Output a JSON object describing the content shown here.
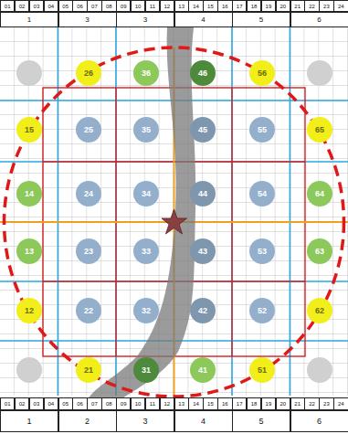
{
  "diagram": {
    "nodes": [
      {
        "text": [
          "26"
        ]
      },
      {
        "text": [
          "36"
        ]
      },
      {
        "text": [
          "46"
        ]
      },
      {
        "text": [
          "56"
        ]
      },
      {
        "text": [
          "15"
        ]
      },
      {
        "text": [
          "25"
        ]
      },
      {
        "text": [
          "35"
        ]
      },
      {
        "text": [
          "45"
        ]
      },
      {
        "text": [
          "55"
        ]
      },
      {
        "text": [
          "65"
        ]
      },
      {
        "text": [
          "14"
        ]
      },
      {
        "text": [
          "24"
        ]
      },
      {
        "text": [
          "34"
        ]
      },
      {
        "text": [
          "44"
        ]
      },
      {
        "text": [
          "54"
        ]
      },
      {
        "text": [
          "64"
        ]
      },
      {
        "text": [
          "13"
        ]
      },
      {
        "text": [
          "23"
        ]
      },
      {
        "text": [
          "33"
        ]
      },
      {
        "text": [
          "43"
        ]
      },
      {
        "text": [
          "53"
        ]
      },
      {
        "text": [
          "63"
        ]
      },
      {
        "text": [
          "12"
        ]
      },
      {
        "text": [
          "22"
        ]
      },
      {
        "text": [
          "32"
        ]
      },
      {
        "text": [
          "42"
        ]
      },
      {
        "text": [
          "52"
        ]
      },
      {
        "text": [
          "62"
        ]
      },
      {
        "text": [
          "21"
        ]
      },
      {
        "text": [
          "31"
        ]
      },
      {
        "text": [
          "41"
        ]
      },
      {
        "text": [
          "51"
        ]
      }
    ],
    "labels": [
      "01",
      "02",
      "03",
      "04",
      "05",
      "06",
      "07",
      "08",
      "09",
      "10",
      "11",
      "12",
      "13",
      "14",
      "15",
      "16",
      "17",
      "18",
      "19",
      "20",
      "21",
      "22",
      "23",
      "24",
      "1",
      "3",
      "3",
      "4",
      "5",
      "6",
      "01",
      "02",
      "03",
      "04",
      "05",
      "06",
      "07",
      "08",
      "09",
      "10",
      "11",
      "12",
      "13",
      "14",
      "15",
      "16",
      "17",
      "18",
      "19",
      "20",
      "21",
      "22",
      "23",
      "24",
      "1",
      "2",
      "3",
      "4",
      "5",
      "6"
    ]
  }
}
